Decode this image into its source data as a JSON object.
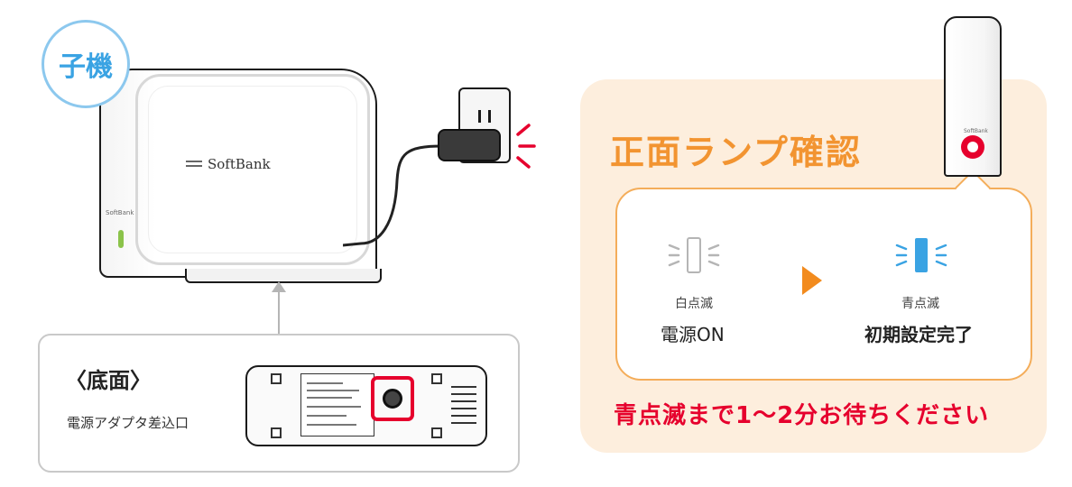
{
  "badge": {
    "label": "子機"
  },
  "station": {
    "brand": "SoftBank",
    "side_brand": "SoftBank"
  },
  "bottom": {
    "title": "〈底面〉",
    "label": "電源アダプタ差込口"
  },
  "panel": {
    "title": "正面ランプ確認",
    "tower_brand": "SoftBank",
    "state_white": {
      "small": "白点滅",
      "big": "電源ON"
    },
    "state_blue": {
      "small": "青点滅",
      "big": "初期設定完了"
    },
    "note": "青点滅まで1～2分お待ちください"
  },
  "colors": {
    "badge_blue": "#3aa3e3",
    "accent_orange": "#f29431",
    "alert_red": "#e6002d",
    "led_blue": "#3aa3e3",
    "led_green": "#8bc34a",
    "panel_bg": "#fdeedd"
  },
  "icons": {
    "led_white": "led-white-blink-icon",
    "led_blue": "led-blue-blink-icon",
    "arrow": "triangle-right-icon",
    "signal": "red-signal-lines-icon"
  }
}
